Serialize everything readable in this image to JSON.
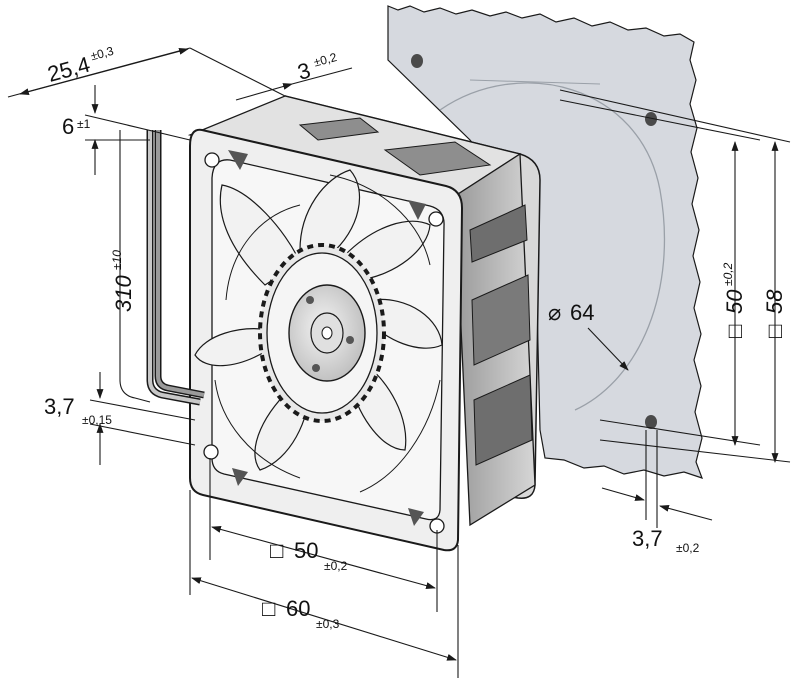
{
  "dimensions": {
    "depth": {
      "value": "25,4",
      "tol": "±0,3"
    },
    "flange": {
      "value": "3",
      "tol": "±0,2"
    },
    "cable_offset": {
      "value": "6",
      "tol": "±1"
    },
    "cable_length": {
      "value": "310",
      "tol": "±10"
    },
    "hole_offset_left": {
      "value": "3,7",
      "tol": "±0,15"
    },
    "hole_spacing_bottom": {
      "square": "□",
      "value": "50",
      "tol": "±0,2"
    },
    "frame_width_bottom": {
      "square": "□",
      "value": "60",
      "tol": "±0,3"
    },
    "diameter": {
      "symbol": "⌀",
      "value": "64"
    },
    "hole_spacing_right": {
      "square": "□",
      "value": "50",
      "tol": "±0,2"
    },
    "cutout_right": {
      "square": "□",
      "value": "58"
    },
    "hole_offset_right": {
      "value": "3,7",
      "tol": "±0,2"
    }
  },
  "colors": {
    "line": "#1a1a1a",
    "panel_fill": "#d9dce2",
    "frame_fill": "#eeeeee",
    "metal_dark": "#8a8a8a"
  },
  "icons": [
    "fan-icon",
    "mounting-panel-icon",
    "cable-icon",
    "dimension-arrow-icon"
  ]
}
